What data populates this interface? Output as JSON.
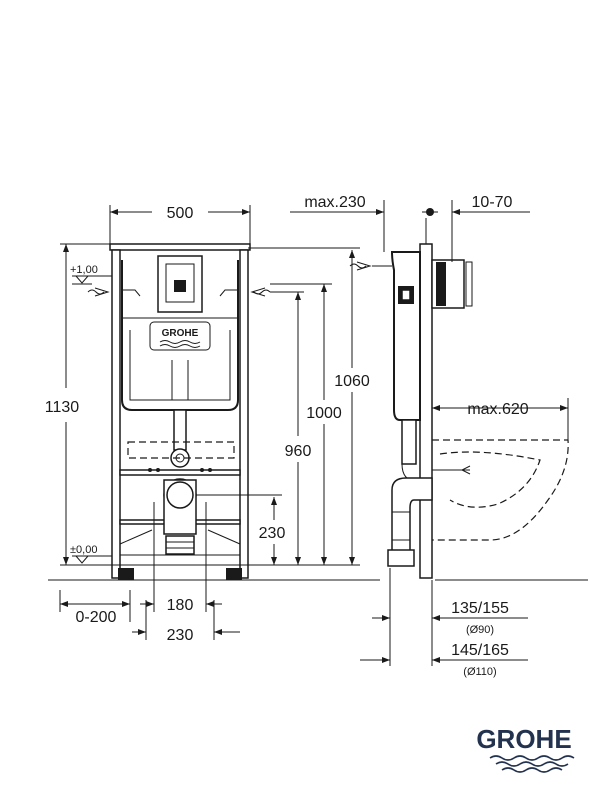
{
  "front": {
    "width_label": "500",
    "height_label": "1130",
    "level_top": "+1,00",
    "level_floor": "±0,00",
    "dim_1060": "1060",
    "dim_1000": "1000",
    "dim_960": "960",
    "dim_230": "230",
    "dim_180": "180",
    "dim_230_bottom": "230",
    "dim_0_200": "0-200",
    "cistern_brand": "GROHE"
  },
  "side": {
    "max_230": "max.230",
    "range_10_70": "10-70",
    "max_620": "max.620",
    "dim_135_155": "135/155",
    "dia_90": "(Ø90)",
    "dim_145_165": "145/165",
    "dia_110": "(Ø110)"
  },
  "brand": {
    "logo_text": "GROHE",
    "color": "#23334f"
  }
}
